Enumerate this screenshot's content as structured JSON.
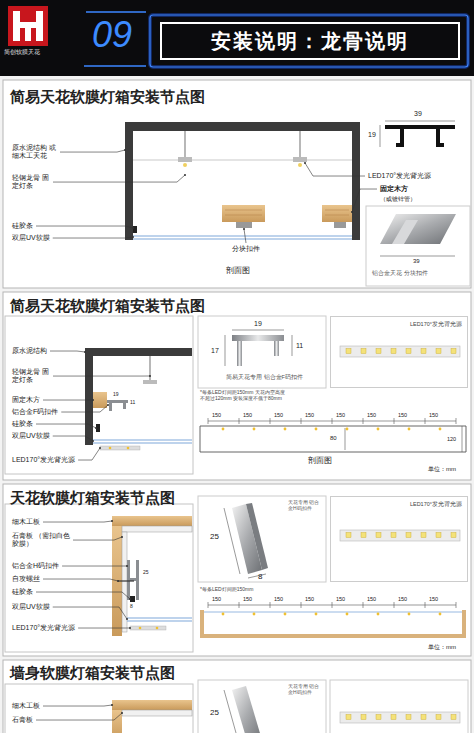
{
  "diagram": {
    "nodes": [
      {
        "text": [
          "安装说明：龙骨说明"
        ]
      },
      {
        "text": [
          "LED170°发光背光源"
        ]
      },
      {
        "text": [
          "LED170°发光背光源"
        ]
      }
    ],
    "labels": [
      "简创软膜天花",
      "09",
      "简易天花软膜灯箱安装节点图",
      "原水泥结构 或细木工天花",
      "轻钢龙骨 固定灯条",
      "硅胶条",
      "双层UV软膜",
      "分块扣件",
      "剖面图",
      "39",
      "19",
      "LED170°发光背光源",
      "固定木方",
      "（或镀锌管）",
      "39",
      "铝合金天花 分块扣件",
      "简易天花软膜灯箱安装节点图",
      "原水泥结构",
      "轻钢龙骨 固定灯条",
      "固定木方",
      "铝合金F码扣件",
      "硅胶条",
      "双层UV软膜",
      "LED170°发光背光源",
      "11",
      "19",
      "19",
      "17",
      "11",
      "简易天花专用 铝合金F码扣件",
      "*每条LED灯间距150mm 天花内空高度不超过120mm 安装深度不低于80mm",
      "150",
      "150",
      "150",
      "150",
      "150",
      "150",
      "150",
      "150",
      "80",
      "120",
      "剖面图",
      "单位：mm",
      "天花软膜灯箱安装节点图",
      "细木工板",
      "石膏板 （需扣白色胶膜）",
      "铝合金H码扣件",
      "自攻螺丝",
      "硅胶条",
      "双层UV软膜",
      "LED170°发光背光源",
      "25",
      "8",
      "25",
      "8",
      "天花专用 铝合金H码扣件",
      "*每条LED灯间距150mm",
      "150",
      "150",
      "150",
      "150",
      "150",
      "150",
      "150",
      "150",
      "单位：mm",
      "墙身软膜灯箱安装节点图",
      "细木工板",
      "石膏板",
      "25",
      "天花专用 铝合金H码扣件"
    ]
  }
}
